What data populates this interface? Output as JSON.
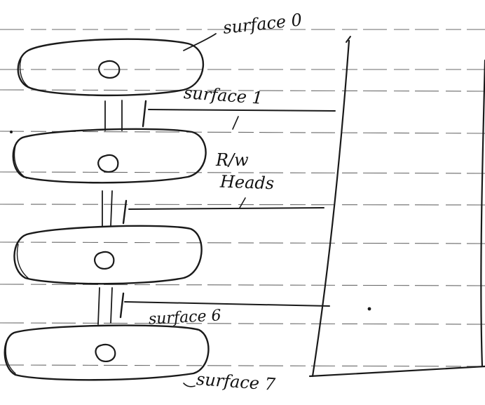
{
  "labels": {
    "surface_0": "surface 0",
    "surface_1": "surface 1",
    "rw_heads_line1": "R/w",
    "rw_heads_line2": "Heads",
    "surface_6": "surface 6",
    "surface_7": "surface 7"
  },
  "ink_color": "#1a1a1a"
}
